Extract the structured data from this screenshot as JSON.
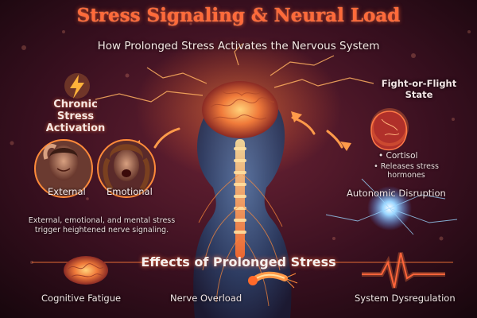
{
  "title": "Stress Signaling & Neural Load",
  "subtitle": "How Prolonged Stress Activates the Nervous System",
  "left_panel": {
    "heading": "Chronic Stress Activation",
    "icon": "lightning-bolt-icon",
    "external_label": "External",
    "emotional_label": "Emotional",
    "caption": "External, emotional, and mental stress trigger heightened nerve signaling."
  },
  "right_panel": {
    "heading": "Fight-or-Flight State",
    "cortisol": "• Cortisol",
    "cortisol_detail": "• Releases stress hormones",
    "autonomic": "Autonomic Disruption"
  },
  "effects": {
    "heading": "Effects of Prolonged Stress",
    "items": [
      {
        "label": "Cognitive Fatigue",
        "icon": "brain-icon"
      },
      {
        "label": "Nerve Overload",
        "icon": "nerve-fiber-icon"
      },
      {
        "label": "System Dysregulation",
        "icon": "heartbeat-wave-icon"
      }
    ]
  },
  "colors": {
    "background_dark": "#1a0810",
    "background_glow": "#5a1a2a",
    "title": "#ff6a3a",
    "nerve_glow": "#ff8a3a",
    "figure_blue": "#3a5a8a",
    "accent_blue": "#8ac8ff"
  }
}
